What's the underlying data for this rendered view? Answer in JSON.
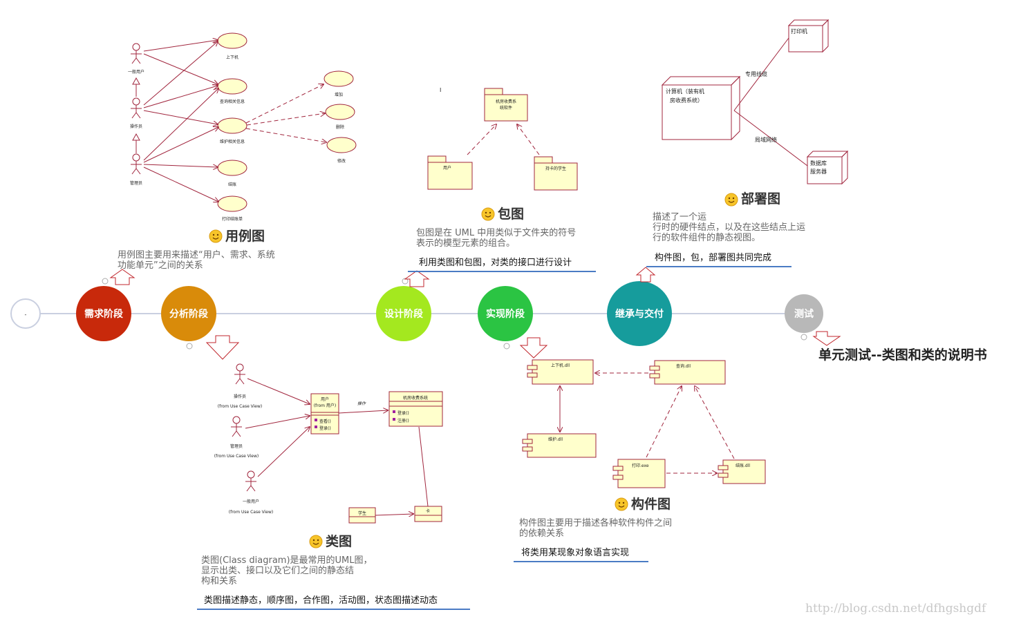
{
  "timeline": {
    "start_label": "-",
    "stages": [
      {
        "label": "需求阶段",
        "color": "#c8290b"
      },
      {
        "label": "分析阶段",
        "color": "#d98b0a"
      },
      {
        "label": "设计阶段",
        "color": "#a4e81f"
      },
      {
        "label": "实现阶段",
        "color": "#2bc443"
      },
      {
        "label": "继承与交付",
        "color": "#169c9c"
      },
      {
        "label": "测试",
        "color": "#b8b8b8"
      }
    ]
  },
  "sections": {
    "usecase": {
      "title": "用例图",
      "desc": [
        "用例图主要用来描述“用户、需求、系统",
        "功能单元”之间的关系"
      ],
      "actors": [
        "一般用户",
        "操作员",
        "管理员"
      ],
      "usecases": [
        "上下机",
        "查询相关信息",
        "维护相关信息",
        "结账",
        "打印结账单",
        "增加",
        "删除",
        "修改"
      ]
    },
    "package": {
      "title": "包图",
      "desc": [
        "包图是在 UML 中用类似于文件夹的符号",
        "表示的模型元素的组合。"
      ],
      "note": "利用类图和包图，对类的接口进行设计",
      "packages": [
        "机房收费系统软件",
        "用户",
        "持卡的学生"
      ],
      "pkg_top_lines": [
        "机房收费系",
        "统软件"
      ]
    },
    "deploy": {
      "title": "部署图",
      "desc": [
        "描述了一个运",
        "行时的硬件结点，以及在这些结点上运",
        "行的软件组件的静态视图。"
      ],
      "note": "构件图，包，部署图共同完成",
      "computer_lines": [
        "计算机（装有机",
        "房收费系统）"
      ],
      "printer": "打印机",
      "server_lines": [
        "数据库",
        "服务器"
      ],
      "link1": "专用线缆",
      "link2": "局域网络"
    },
    "class": {
      "title": "类图",
      "desc": [
        "类图(Class diagram)是最常用的UML图，",
        "显示出类、接口以及它们之间的静态结",
        "构和关系"
      ],
      "note": "类图描述静态，顺序图，合作图，活动图，状态图描述动态",
      "actors": [
        "操作员",
        "管理员",
        "一般用户"
      ],
      "from_label": "(from Use Case View)",
      "user_class": [
        "用户",
        "(from 用户)"
      ],
      "user_methods": [
        "查看()",
        "登录()"
      ],
      "sys_class": "机房收费系统",
      "sys_methods": [
        "登录()",
        "注册()"
      ],
      "op_label": "操作",
      "student": "学生",
      "card": "卡"
    },
    "component": {
      "title": "构件图",
      "desc": [
        "构件图主要用于描述各种软件构件之间",
        "的依赖关系"
      ],
      "note": "将类用某现象对象语言实现",
      "components": [
        "上下机.dll",
        "查询.dll",
        "维护.dll",
        "打印.exe",
        "结账.dll"
      ]
    },
    "test": {
      "title": "单元测试--类图和类的说明书"
    }
  },
  "watermark": "http://blog.csdn.net/dfhgshgdf"
}
